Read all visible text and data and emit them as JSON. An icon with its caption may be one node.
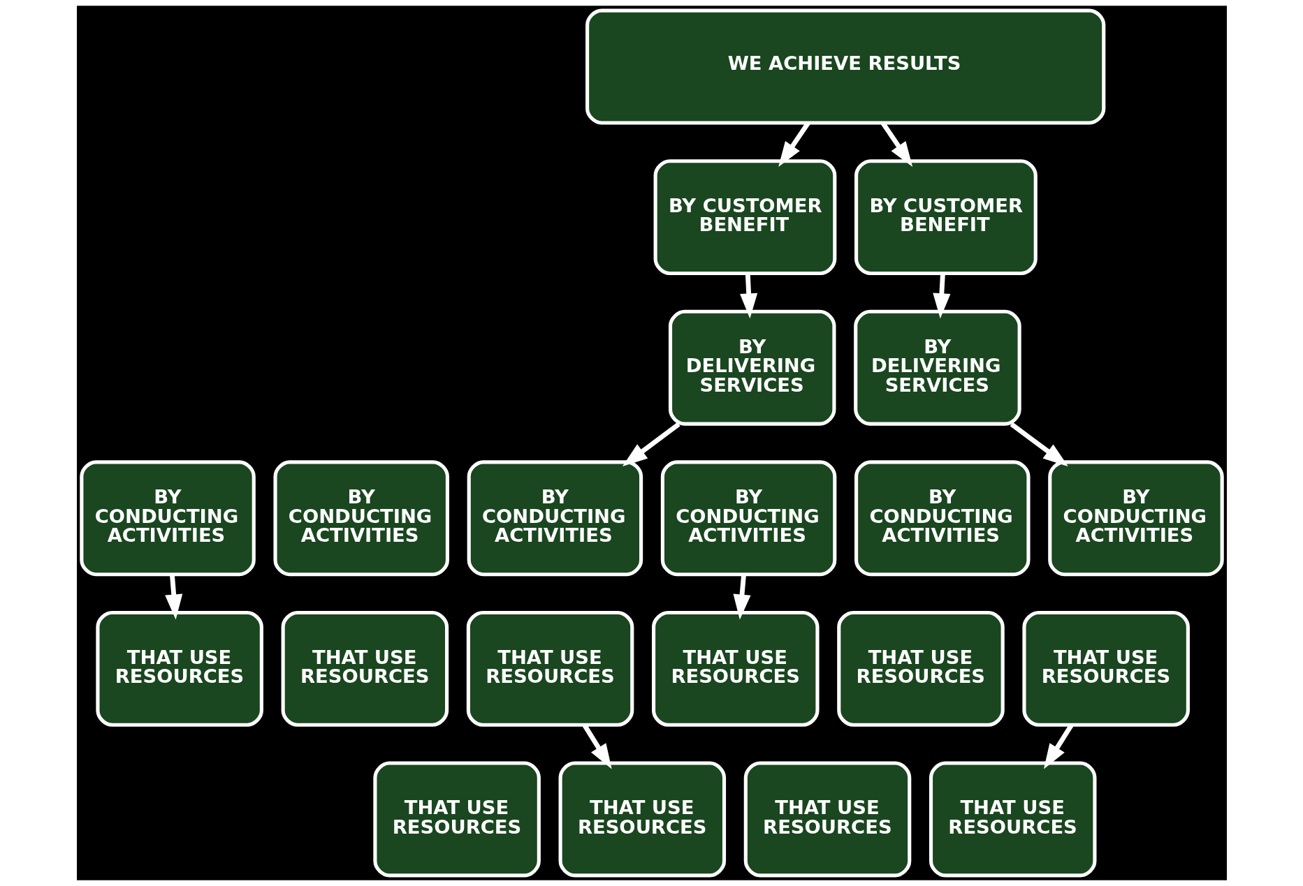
{
  "diagram": {
    "nodes": [
      {
        "text": [
          "WE ACHIEVE RESULTS"
        ]
      },
      {
        "text": [
          "BY CUSTOMER BENEFIT"
        ]
      },
      {
        "text": [
          "BY CUSTOMER BENEFIT"
        ]
      },
      {
        "text": [
          "BY DELIVERING SERVICES"
        ]
      },
      {
        "text": [
          "BY DELIVERING SERVICES"
        ]
      },
      {
        "text": [
          "BY CONDUCTING ACTIVITIES"
        ]
      },
      {
        "text": [
          "BY CONDUCTING ACTIVITIES"
        ]
      },
      {
        "text": [
          "BY CONDUCTING ACTIVITIES"
        ]
      },
      {
        "text": [
          "BY CONDUCTING ACTIVITIES"
        ]
      },
      {
        "text": [
          "BY CONDUCTING ACTIVITIES"
        ]
      },
      {
        "text": [
          "BY CONDUCTING ACTIVITIES"
        ]
      },
      {
        "text": [
          "THAT USE RESOURCES"
        ]
      },
      {
        "text": [
          "THAT USE RESOURCES"
        ]
      },
      {
        "text": [
          "THAT USE RESOURCES"
        ]
      },
      {
        "text": [
          "THAT USE RESOURCES"
        ]
      },
      {
        "text": [
          "THAT USE RESOURCES"
        ]
      },
      {
        "text": [
          "THAT USE RESOURCES"
        ]
      },
      {
        "text": [
          "THAT USE RESOURCES"
        ]
      },
      {
        "text": [
          "THAT USE RESOURCES"
        ]
      },
      {
        "text": [
          "THAT USE RESOURCES"
        ]
      },
      {
        "text": [
          "THAT USE RESOURCES"
        ]
      }
    ],
    "edges": [
      {
        "from": 0,
        "to": 1,
        "arrow": "to"
      },
      {
        "from": 0,
        "to": 2,
        "arrow": "to"
      },
      {
        "from": 1,
        "to": 3,
        "arrow": "to"
      },
      {
        "from": 2,
        "to": 4,
        "arrow": "to"
      },
      {
        "from": 3,
        "to": 7,
        "arrow": "to"
      },
      {
        "from": 4,
        "to": 10,
        "arrow": "to"
      },
      {
        "from": 5,
        "to": 11,
        "arrow": "to"
      },
      {
        "from": 8,
        "to": 14,
        "arrow": "to"
      },
      {
        "from": 13,
        "to": 18,
        "arrow": "to"
      },
      {
        "from": 16,
        "to": 20,
        "arrow": "to"
      }
    ]
  }
}
